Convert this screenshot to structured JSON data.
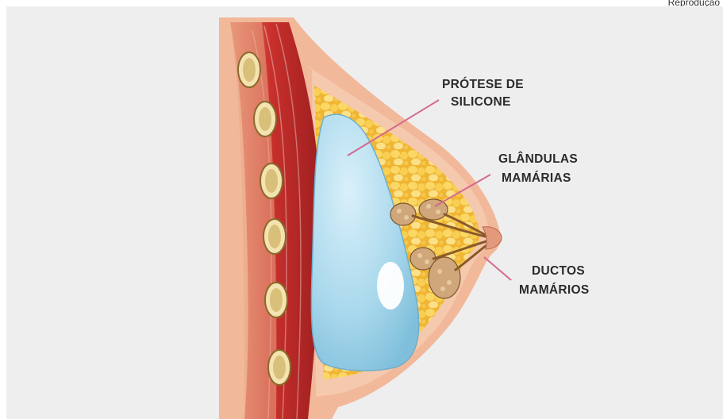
{
  "credit": "Reprodução",
  "labels": {
    "implant": [
      "PRÓTESE DE",
      "SILICONE"
    ],
    "glands": [
      "GLÂNDULAS",
      "MAMÁRIAS"
    ],
    "ducts": [
      "DUCTOS",
      "MAMÁRIOS"
    ]
  },
  "colors": {
    "background": "#eeeeee",
    "skin": "#f2b89a",
    "muscle": "#c9302c",
    "fat": "#f3c63f",
    "implant": "#a9d8ec",
    "gland": "#cfa77a",
    "leader": "#d46a8e",
    "text": "#2b2b2b"
  }
}
